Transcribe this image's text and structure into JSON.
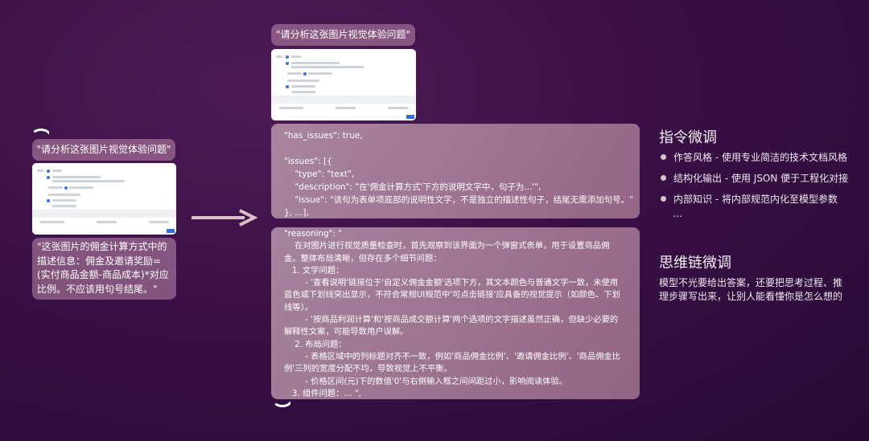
{
  "left": {
    "prompt": "\"请分析这张图片视觉体验问题\"",
    "answer": "\"这张图片的佣金计算方式中的描述信息：佣金及邀请奖励=(实付商品金额-商品成本)*对应比例。不应该用句号结尾。\""
  },
  "middle": {
    "prompt": "\"请分析这张图片视觉体验问题\"",
    "json_lines": [
      "\"has_issues\": true,",
      "",
      "\"issues\": [{",
      "    \"type\": \"text\",",
      "    \"description\": \"在'佣金计算方式'下方的说明文字中，句子为...'\",",
      "    \"issue\": \"该句为表单项底部的说明性文字，不是独立的描述性句子，结尾无需添加句号。\"",
      "}, ...],"
    ],
    "reasoning_lines": [
      "\"reasoning\": \"",
      "    在对图片进行视觉质量检查时，首先观察到该界面为一个弹窗式表单，用于设置商品佣",
      "金。整体布局清晰，但存在多个细节问题：",
      "   1. 文字问题：",
      "        - '查看说明'链接位于'自定义佣金金额'选项下方，其文本颜色与普通文字一致，未使用",
      "蓝色或下划线突出显示，不符合常规UI规范中'可点击链接'应具备的视觉提示（如颜色、下划",
      "线等）。",
      "        - '按商品利润计算'和'按商品成交额计算'两个选项的文字描述虽然正确，但缺少必要的",
      "解释性文案，可能导致用户误解。",
      "    2. 布局问题：",
      "        - 表格区域中的列标题对齐不一致，例如'商品佣金比例'、'邀请佣金比例'、'商品佣金比",
      "例'三列的宽度分配不均，导致视觉上不平衡。",
      "        - 价格区间(元)下的数值'0'与右侧输入框之间间距过小，影响阅读体验。",
      "   3. 组件问题：… \","
    ]
  },
  "right": {
    "section1_title": "指令微调",
    "bullets": [
      "作答风格 - 使用专业简洁的技术文档风格",
      "结构化输出 - 使用 JSON 便于工程化对接",
      "内部知识 - 将内部规范内化至模型参数"
    ],
    "ellipsis": "…",
    "section2_title": "思维链微调",
    "section2_desc": "模型不光要给出答案，还要把思考过程、推理步骤写出来，让别人能看懂你是怎么想的"
  },
  "colors": {
    "background": "#3a1046",
    "panel": "#b48a9f",
    "arrow": "#d9c2c2",
    "thumb_accent": "#2f6ee8"
  }
}
